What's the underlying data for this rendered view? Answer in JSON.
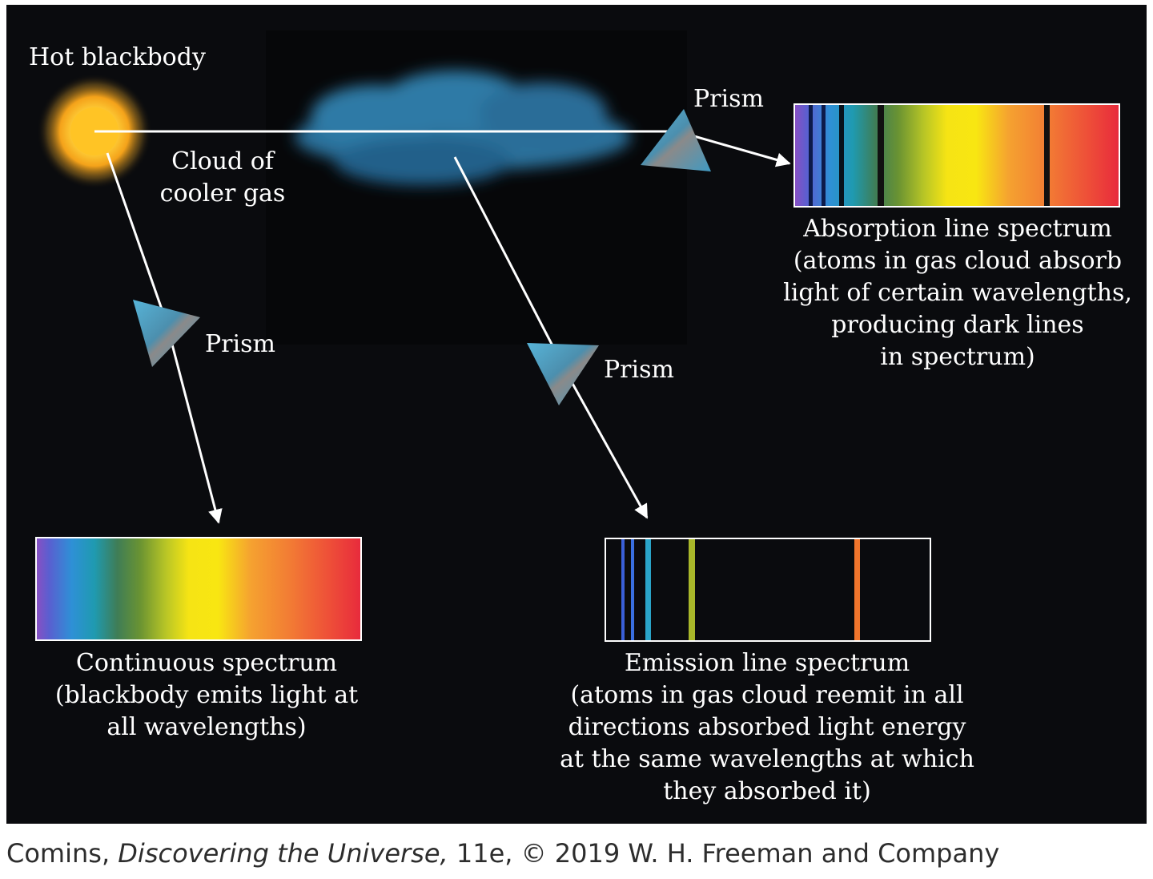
{
  "labels": {
    "hot_blackbody": "Hot blackbody",
    "cloud": [
      "Cloud of",
      "cooler gas"
    ],
    "prism_top": "Prism",
    "prism_left": "Prism",
    "prism_middle": "Prism"
  },
  "absorption": {
    "title": "Absorption line spectrum",
    "description": [
      "(atoms in gas cloud absorb",
      "light of certain wavelengths,",
      "producing dark lines",
      "in spectrum)"
    ]
  },
  "continuous": {
    "title": "Continuous spectrum",
    "description": [
      "(blackbody emits light at",
      "all wavelengths)"
    ]
  },
  "emission": {
    "title": "Emission line spectrum",
    "description": [
      "(atoms in gas cloud reemit in all",
      "directions absorbed light energy",
      "at the same wavelengths at which",
      "they absorbed it)"
    ]
  },
  "credit": {
    "author": "Comins, ",
    "title": "Discovering the Universe,",
    "rest": " 11e, © 2019 W. H. Freeman and Company"
  },
  "colors": {
    "background": "#0a0b0e",
    "star": "#fdb813",
    "cloud": "#2b6f9a",
    "prism": "#4aa3c7",
    "beam": "#ffffff"
  }
}
